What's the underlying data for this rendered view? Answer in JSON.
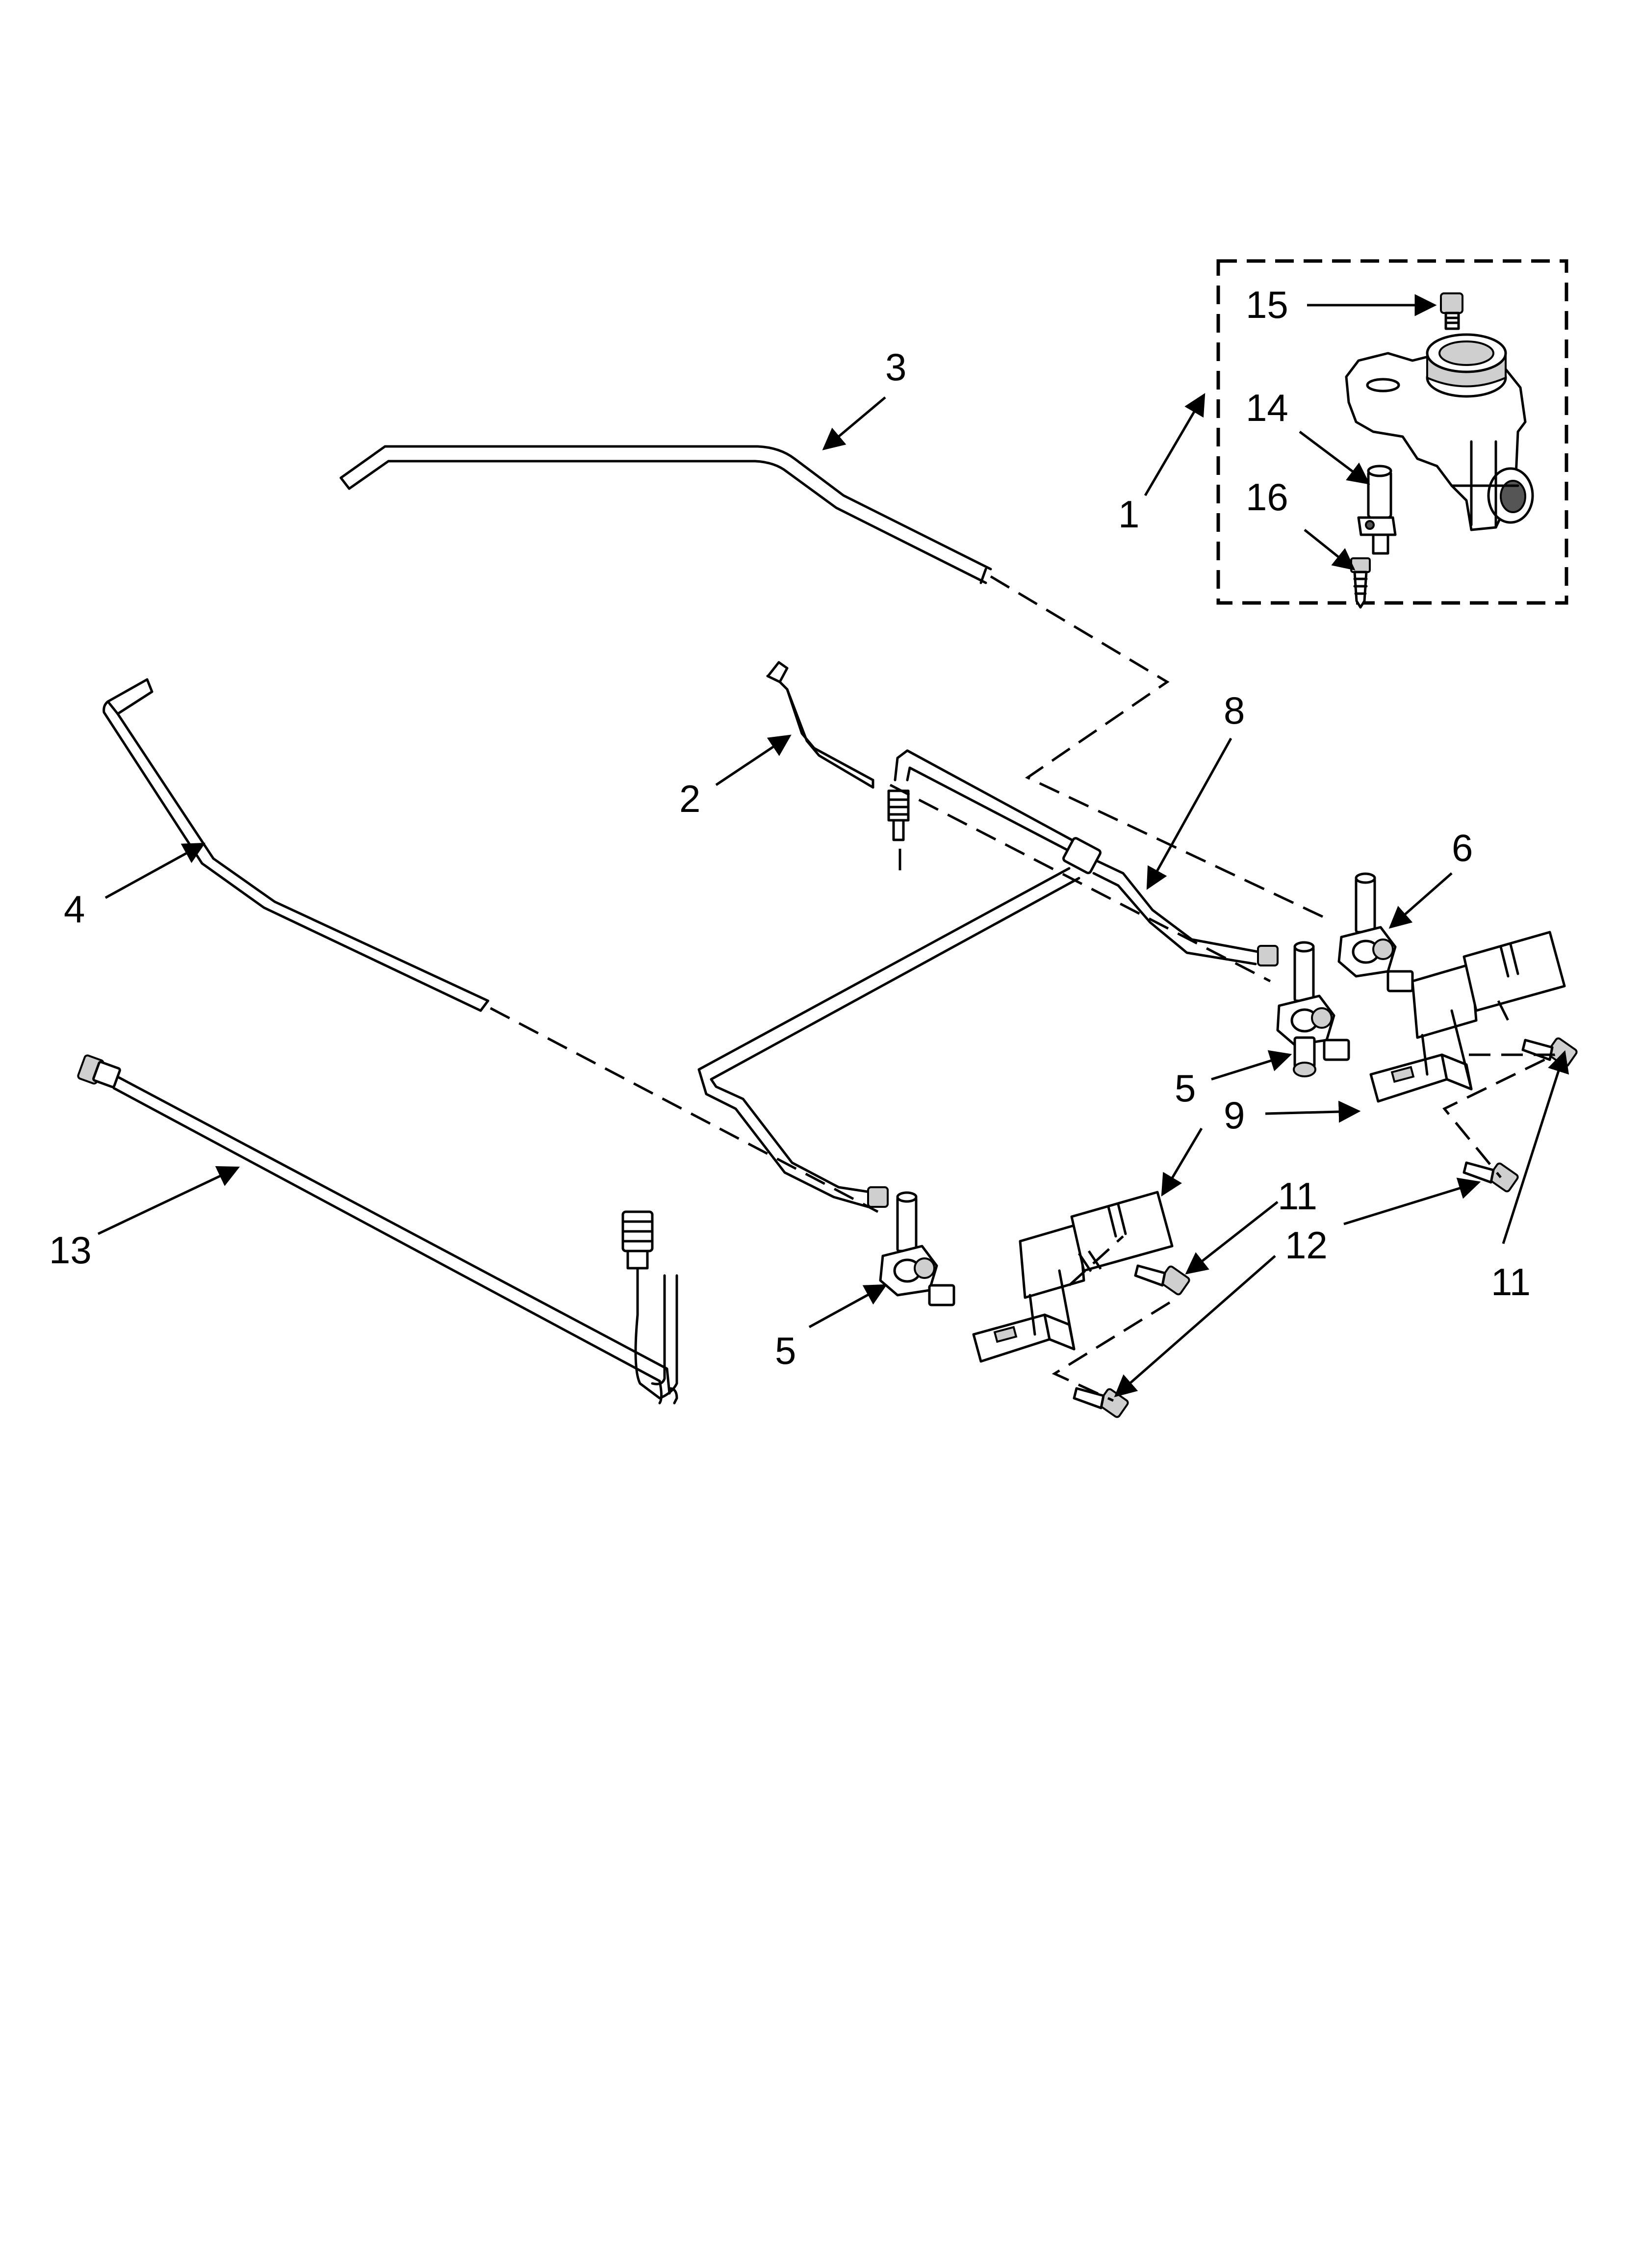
{
  "callouts": {
    "c1": "1",
    "c2": "2",
    "c3": "3",
    "c4": "4",
    "c5a": "5",
    "c5b": "5",
    "c6": "6",
    "c8": "8",
    "c9": "9",
    "c11a": "11",
    "c11b": "11",
    "c12": "12",
    "c13": "13",
    "c14": "14",
    "c15": "15",
    "c16": "16"
  },
  "colors": {
    "line": "#000000",
    "background": "#ffffff",
    "shade": "#cfcfcf"
  }
}
